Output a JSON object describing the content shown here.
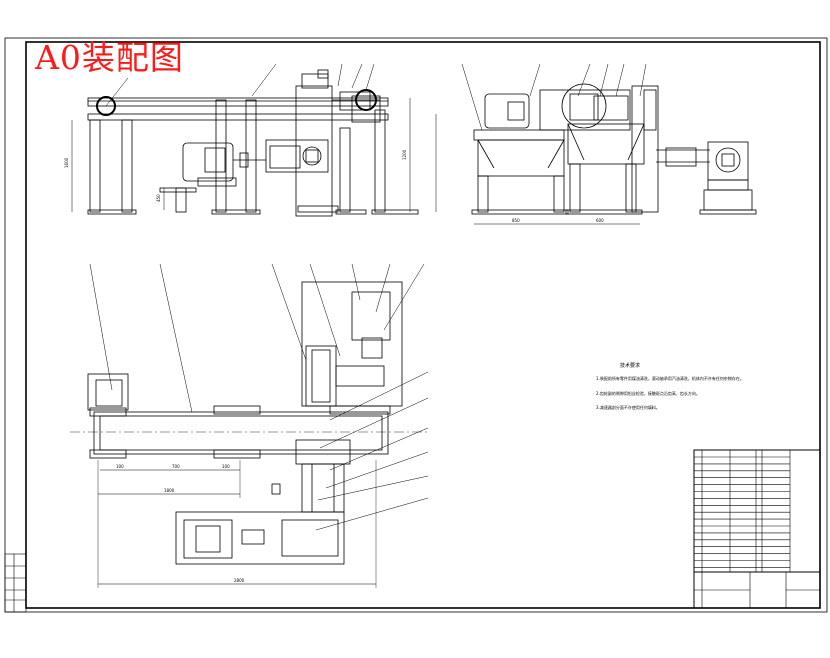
{
  "drawing": {
    "title": "A0装配图"
  },
  "tech_requirements": {
    "heading": "技术要求",
    "lines": [
      "1.装配前所有零件用煤油清洗，滚动轴承用汽油清洗，机体内不许有任何杂物存在。",
      "2.齿轮副的侧隙用铅丝检验，接触斑点沿齿高、齿长方向。",
      "3.减速器剖分面不许使用任何填料。"
    ]
  },
  "dimensions": {
    "front_height_left": "1600",
    "front_height_right": "1200",
    "front_base": "450",
    "side_width_left": "850",
    "side_width_right": "600",
    "plan_a": "100",
    "plan_b": "700",
    "plan_c": "100",
    "plan_span": "1800",
    "plan_total": "2800"
  },
  "colors": {
    "title": "#ff1a1a",
    "line": "#000000"
  }
}
